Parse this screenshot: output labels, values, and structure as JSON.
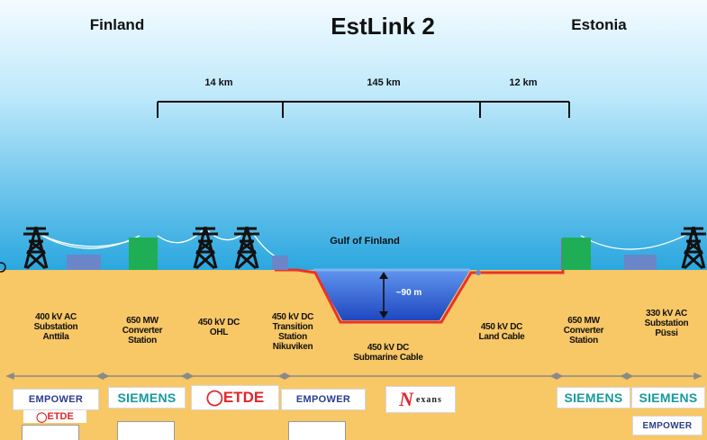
{
  "title": "EstLink 2",
  "countries": {
    "left": "Finland",
    "right": "Estonia"
  },
  "distances": [
    "14 km",
    "145 km",
    "12 km"
  ],
  "sea": {
    "name": "Gulf of Finland",
    "depth": "~90 m"
  },
  "components": [
    {
      "id": "sub-anttila",
      "lines": [
        "400 kV AC",
        "Substation",
        "Anttila"
      ]
    },
    {
      "id": "conv-fi",
      "lines": [
        "650 MW",
        "Converter",
        "Station"
      ]
    },
    {
      "id": "ohl",
      "lines": [
        "450 kV DC",
        "OHL"
      ]
    },
    {
      "id": "transition",
      "lines": [
        "450 kV DC",
        "Transition",
        "Station",
        "Nikuviken"
      ]
    },
    {
      "id": "submarine",
      "lines": [
        "450 kV DC",
        "Submarine Cable"
      ]
    },
    {
      "id": "landcable",
      "lines": [
        "450 kV DC",
        "Land Cable"
      ]
    },
    {
      "id": "conv-ee",
      "lines": [
        "650 MW",
        "Converter",
        "Station"
      ]
    },
    {
      "id": "sub-puessi",
      "lines": [
        "330 kV AC",
        "Substation",
        "Püssi"
      ]
    }
  ],
  "logos": {
    "empower": "EMPOWER",
    "siemens": "SIEMENS",
    "etde": "ETDE",
    "nexans": "exans",
    "nexans_mark": "N"
  },
  "colors": {
    "sky_top": "#f4fbff",
    "sky_bottom": "#2aa7df",
    "ground": "#f8c766",
    "water": "#2b63d6",
    "cable": "#e8322a",
    "converter": "#1fae55",
    "substation": "#6a86c9"
  }
}
